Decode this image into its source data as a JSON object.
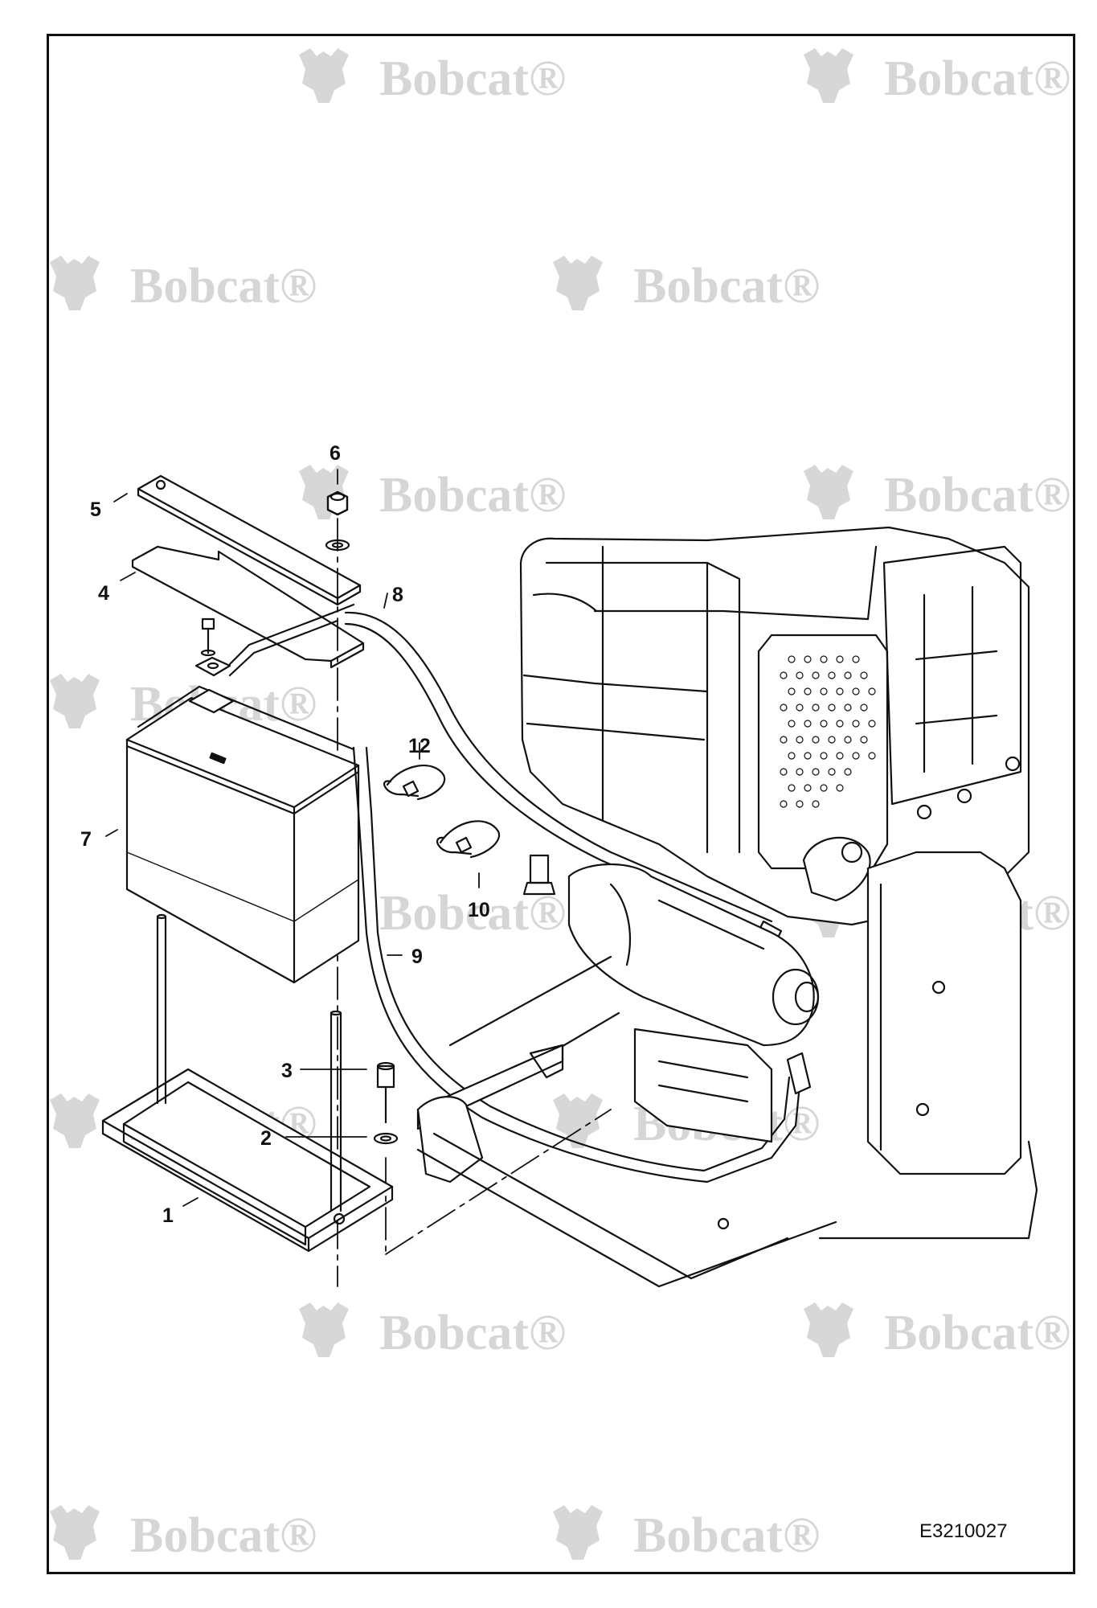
{
  "figure": {
    "id": "E3210027"
  },
  "watermark": {
    "text": "Bobcat",
    "mark": "®",
    "color": "#c9c9c9"
  },
  "callouts": [
    {
      "key": "c1",
      "label": "1"
    },
    {
      "key": "c2",
      "label": "2"
    },
    {
      "key": "c3",
      "label": "3"
    },
    {
      "key": "c4",
      "label": "4"
    },
    {
      "key": "c5",
      "label": "5"
    },
    {
      "key": "c6",
      "label": "6"
    },
    {
      "key": "c7",
      "label": "7"
    },
    {
      "key": "c8",
      "label": "8"
    },
    {
      "key": "c9",
      "label": "9"
    },
    {
      "key": "c10",
      "label": "10"
    },
    {
      "key": "c12",
      "label": "12"
    }
  ],
  "colors": {
    "line": "#111111",
    "background": "#ffffff"
  }
}
